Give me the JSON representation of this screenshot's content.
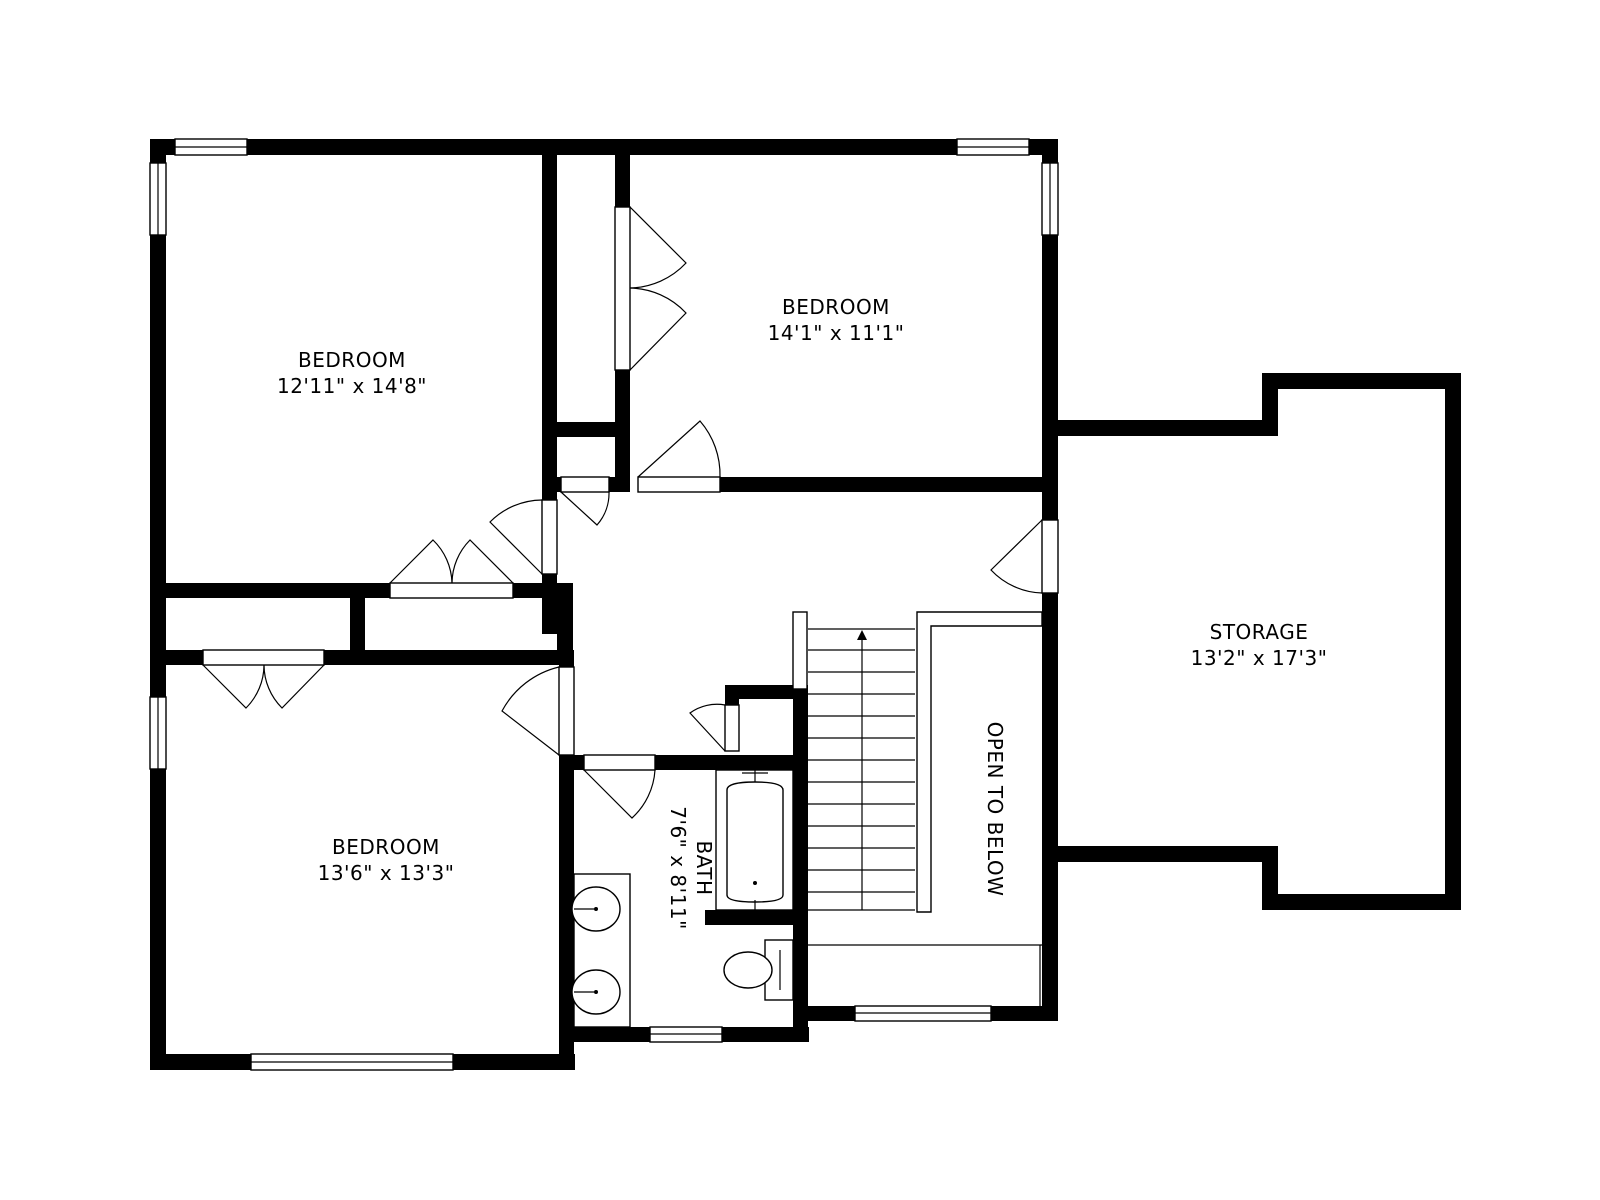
{
  "rooms": {
    "bedroom_nw": {
      "name": "BEDROOM",
      "dims": "12'11\" x 14'8\""
    },
    "bedroom_ne": {
      "name": "BEDROOM",
      "dims": "14'1\" x 11'1\""
    },
    "bedroom_sw": {
      "name": "BEDROOM",
      "dims": "13'6\" x 13'3\""
    },
    "bath": {
      "name": "BATH",
      "dims": "7'6\" x 8'11\""
    },
    "storage": {
      "name": "STORAGE",
      "dims": "13'2\" x 17'3\""
    },
    "open_below": {
      "name": "OPEN TO BELOW"
    }
  },
  "colors": {
    "wall": "#000000",
    "background": "#ffffff"
  }
}
